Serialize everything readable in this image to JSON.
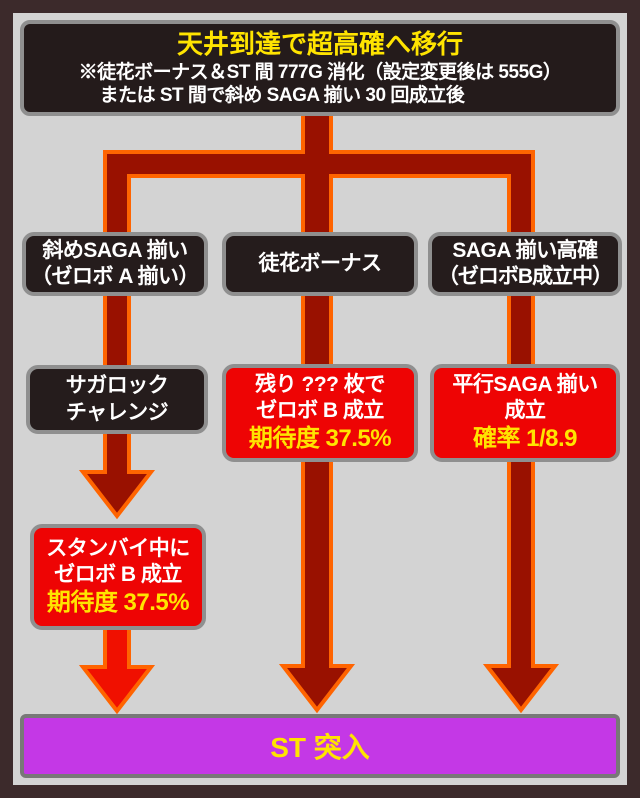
{
  "header": {
    "title": "天井到達で超高確へ移行",
    "note_line1": "※徒花ボーナス＆ST 間 777G 消化（設定変更後は 555G）",
    "note_line2": "または ST 間で斜め SAGA 揃い 30 回成立後"
  },
  "routes": {
    "left": {
      "trigger_line1": "斜めSAGA 揃い",
      "trigger_line2": "（ゼロボ A 揃い）",
      "step_line1": "サガロック",
      "step_line2": "チャレンジ",
      "result_line1": "スタンバイ中に",
      "result_line2": "ゼロボ B 成立",
      "result_highlight": "期待度 37.5%"
    },
    "center": {
      "trigger_line1": "徒花ボーナス",
      "result_line1": "残り ??? 枚で",
      "result_line2": "ゼロボ B 成立",
      "result_highlight": "期待度 37.5%"
    },
    "right": {
      "trigger_line1": "SAGA 揃い高確",
      "trigger_line2": "（ゼロボB成立中）",
      "result_line1": "平行SAGA 揃い",
      "result_line2": "成立",
      "result_highlight": "確率 1/8.9"
    }
  },
  "footer": {
    "label": "ST 突入"
  },
  "colors": {
    "frame": "#3c2a2b",
    "background": "#d3d3d3",
    "panel_black": "#251c1c",
    "panel_red": "#ee0404",
    "panel_border": "#8f8f8f",
    "pipe_dark_red": "#991100",
    "pipe_bright_red": "#f01000",
    "pipe_outline_orange": "#ff6400",
    "accent_yellow": "#ffe400",
    "footer_purple": "#c438e6",
    "text_white": "#ffffff"
  }
}
